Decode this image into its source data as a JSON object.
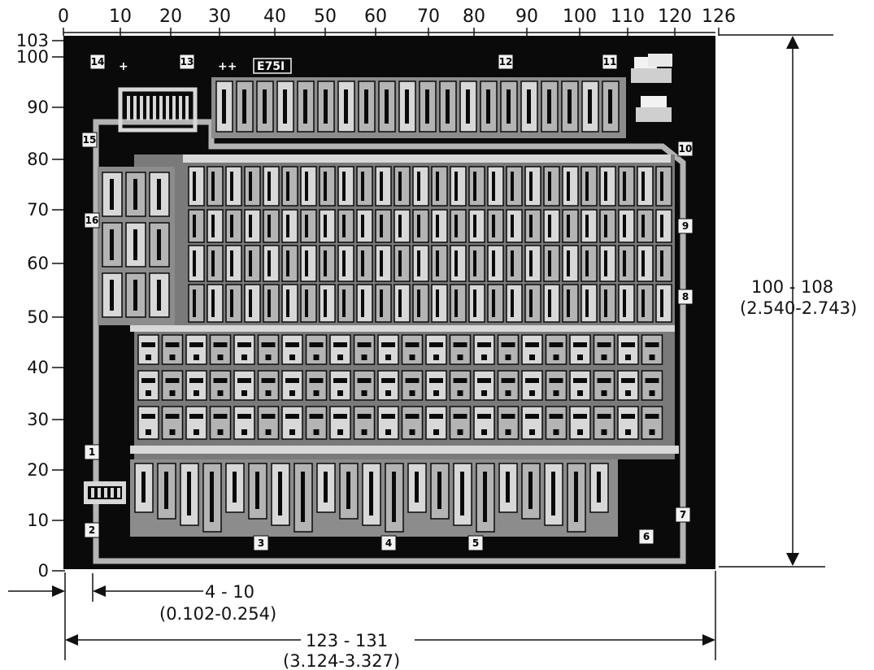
{
  "x_axis_ticks": [
    "0",
    "10",
    "20",
    "30",
    "40",
    "50",
    "60",
    "70",
    "80",
    "90",
    "100",
    "110",
    "120",
    "126"
  ],
  "y_axis_ticks": [
    "103",
    "100",
    "90",
    "80",
    "70",
    "60",
    "50",
    "40",
    "30",
    "20",
    "10",
    "0"
  ],
  "die_labels": {
    "top_left_marks": "+",
    "top_mid_marks": "++",
    "top_mid_code": "E75I"
  },
  "pads": [
    "1",
    "2",
    "3",
    "4",
    "5",
    "6",
    "7",
    "8",
    "9",
    "10",
    "11",
    "12",
    "13",
    "14",
    "15",
    "16"
  ],
  "dimensions": {
    "height_mils": "100 - 108",
    "height_mm": "(2.540-2.743)",
    "pad_offset_mils": "4 - 10",
    "pad_offset_mm": "(0.102-0.254)",
    "width_mils": "123 - 131",
    "width_mm": "(3.124-3.327)"
  },
  "colors": {
    "die": "#0a0a0a",
    "metal": "#b4b4b4",
    "metal_light": "#d8d8d8",
    "metal_dark": "#6e6e6e",
    "pad_fill": "#f2f2f2",
    "ink": "#111111"
  }
}
